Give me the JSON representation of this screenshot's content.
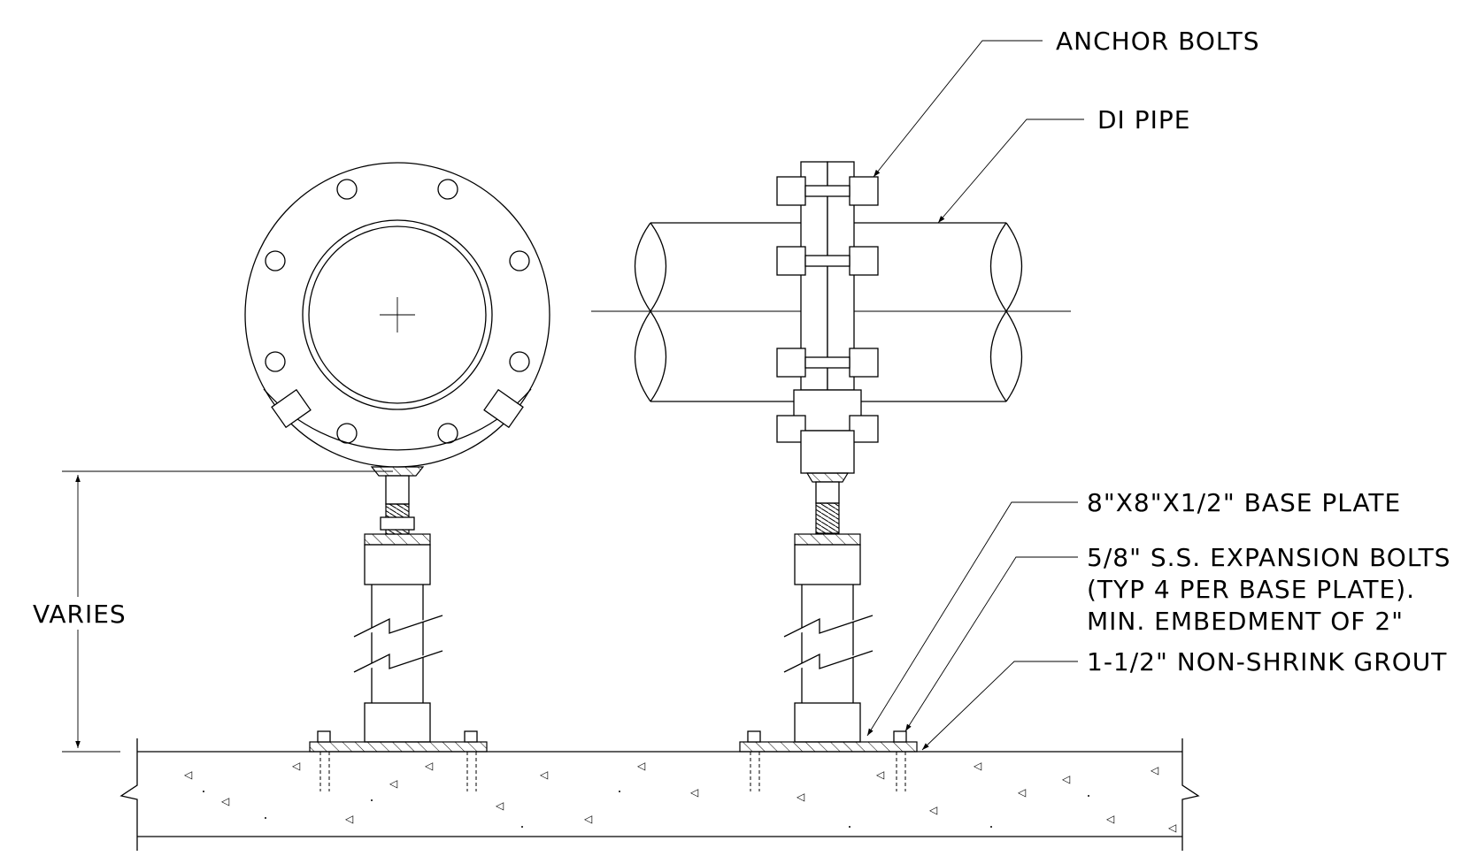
{
  "callouts": {
    "anchor_bolts": "ANCHOR BOLTS",
    "di_pipe": "DI PIPE",
    "base_plate": "8\"X8\"X1/2\" BASE PLATE",
    "expansion_bolts_line1": "5/8\" S.S. EXPANSION BOLTS",
    "expansion_bolts_line2": "(TYP 4 PER BASE PLATE).",
    "expansion_bolts_line3": "MIN. EMBEDMENT OF 2\"",
    "grout": "1-1/2\" NON-SHRINK GROUT"
  },
  "dimension": {
    "label": "VARIES"
  }
}
